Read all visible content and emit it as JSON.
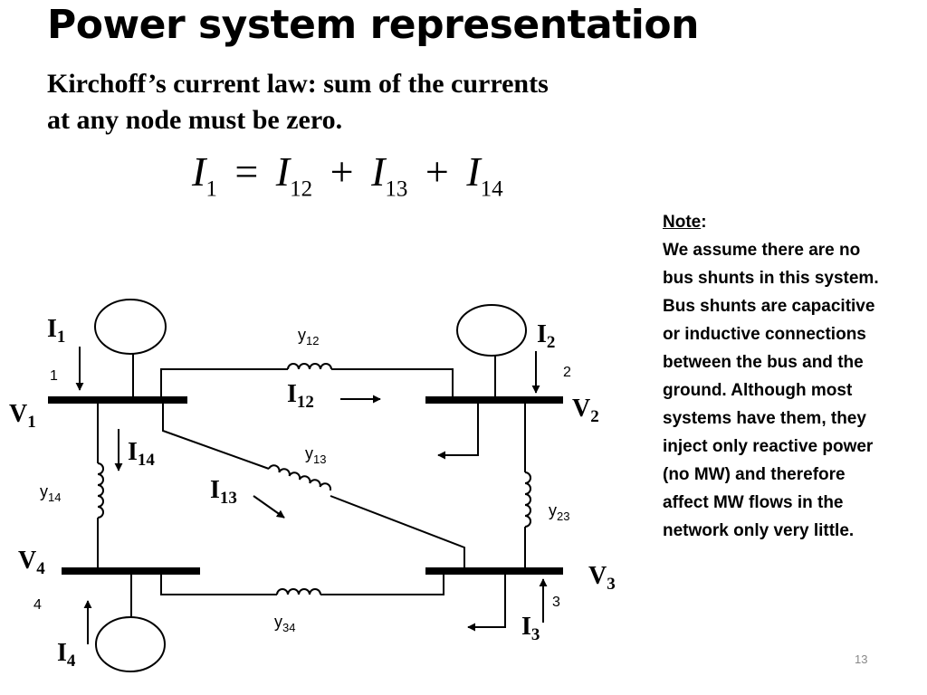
{
  "title": "Power system representation",
  "subtitle_line1": "Kirchoff’s current law: sum of the currents",
  "subtitle_line2": "at any node must be zero.",
  "equation": {
    "lhs": "I",
    "lhs_sub": "1",
    "equals": "=",
    "terms": [
      {
        "symbol": "I",
        "sub": "12"
      },
      {
        "symbol": "I",
        "sub": "13"
      },
      {
        "symbol": "I",
        "sub": "14"
      }
    ],
    "plus": "+"
  },
  "note": {
    "heading": "Note",
    "colon": ":",
    "lines": [
      "We assume there are no",
      "bus shunts  in this system.",
      "Bus shunts are capacitive",
      "or inductive  connections",
      "between the bus and the",
      "ground. Although most",
      "systems have them, they",
      "inject only reactive power",
      "(no MW) and therefore",
      "affect MW flows in the",
      "network only very little."
    ]
  },
  "page_number": "13",
  "diagram": {
    "buses": [
      {
        "number": "1",
        "voltage": "V",
        "voltage_sub": "1",
        "injection": "I",
        "injection_sub": "1"
      },
      {
        "number": "2",
        "voltage": "V",
        "voltage_sub": "2",
        "injection": "I",
        "injection_sub": "2"
      },
      {
        "number": "3",
        "voltage": "V",
        "voltage_sub": "3",
        "injection": "I",
        "injection_sub": "3"
      },
      {
        "number": "4",
        "voltage": "V",
        "voltage_sub": "4",
        "injection": "I",
        "injection_sub": "4"
      }
    ],
    "branch_currents": [
      {
        "label": "I",
        "sub": "12"
      },
      {
        "label": "I",
        "sub": "13"
      },
      {
        "label": "I",
        "sub": "14"
      }
    ],
    "admittances": [
      {
        "label": "y",
        "sub": "12"
      },
      {
        "label": "y",
        "sub": "13"
      },
      {
        "label": "y",
        "sub": "14"
      },
      {
        "label": "y",
        "sub": "23"
      },
      {
        "label": "y",
        "sub": "34"
      }
    ]
  }
}
